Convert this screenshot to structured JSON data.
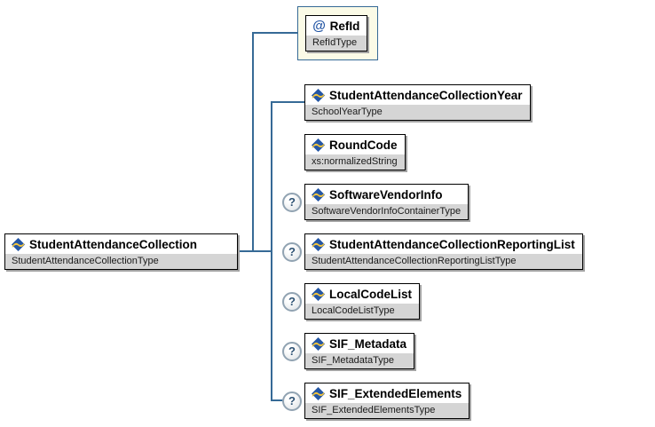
{
  "diagram": {
    "root": {
      "name": "StudentAttendanceCollection",
      "type": "StudentAttendanceCollectionType"
    },
    "attribute": {
      "prefix": "@",
      "name": "RefId",
      "type": "RefIdType"
    },
    "children": [
      {
        "name": "StudentAttendanceCollectionYear",
        "type": "SchoolYearType",
        "optional": false
      },
      {
        "name": "RoundCode",
        "type": "xs:normalizedString",
        "optional": false
      },
      {
        "name": "SoftwareVendorInfo",
        "type": "SoftwareVendorInfoContainerType",
        "optional": true
      },
      {
        "name": "StudentAttendanceCollectionReportingList",
        "type": "StudentAttendanceCollectionReportingListType",
        "optional": true
      },
      {
        "name": "LocalCodeList",
        "type": "LocalCodeListType",
        "optional": true
      },
      {
        "name": "SIF_Metadata",
        "type": "SIF_MetadataType",
        "optional": true
      },
      {
        "name": "SIF_ExtendedElements",
        "type": "SIF_ExtendedElementsType",
        "optional": true
      }
    ],
    "optional_indicator": "?",
    "colors": {
      "connector_blue": "#366a96",
      "box_border": "#000000",
      "type_strip_gray": "#d5d5d5",
      "attribute_container_bg": "#fbfbe7",
      "shadow_gray": "#a3a3a3",
      "element_icon_blue": "#2456a4",
      "element_icon_yellow": "#f0c23c",
      "at_sign_blue": "#2456a4"
    }
  }
}
